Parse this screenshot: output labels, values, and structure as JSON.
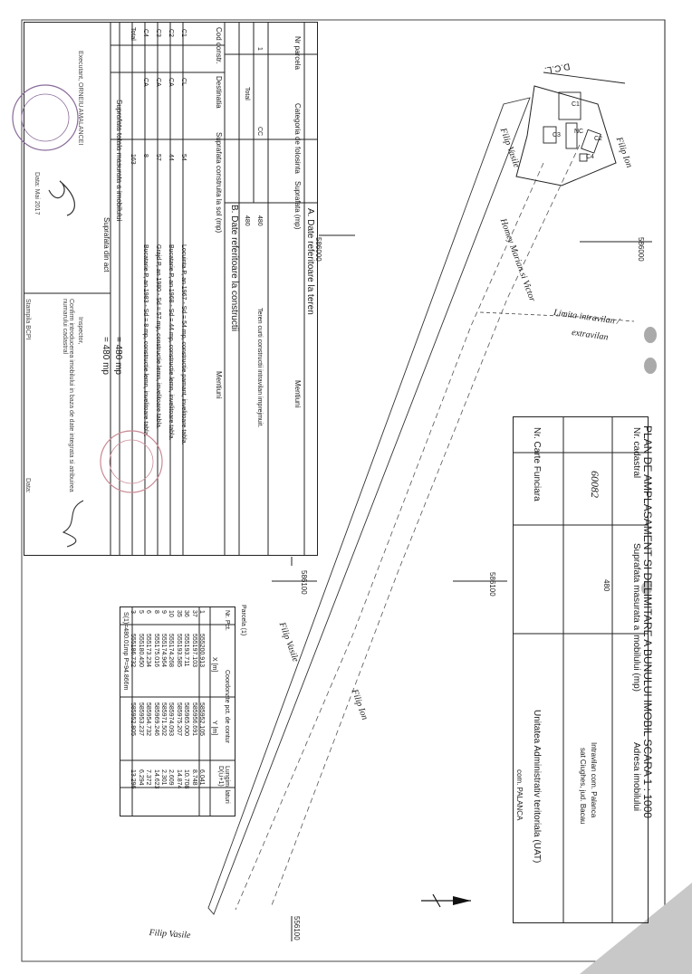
{
  "plan": {
    "title": "PLAN DE AMPLASAMENT SI DELIMITARE A BUNULUI IMOBIL SCARA 1 : 1000",
    "header": {
      "nr_cadastral_label": "Nr. cadastral",
      "nr_cadastral_value": "60082",
      "suprafata_label": "Suprafata masurata a imobilului (mp)",
      "suprafata_value": "480",
      "adresa_label": "Adresa imobilului",
      "adresa_value_1": "Intravilan com. Palanca",
      "adresa_value_2": "sat Ciughes, jud. Bacau",
      "carte_funciara_label": "Nr. Carte Funciara",
      "uat_label": "Unitatea Administrativ teritoriala (UAT)",
      "uat_value": "com. PALANCA"
    },
    "coords": {
      "c586000": "586000",
      "c586100": "586100",
      "c556100": "556100"
    },
    "map_labels": {
      "filip_ion": "Filip Ion",
      "filip_vasile": "Filip Vasile",
      "homey": "Homey Marian si Victor",
      "limita": "Limita intravilan /",
      "extravilan": "extravilan",
      "dcl": "D.C.L."
    },
    "buildings": [
      "C1",
      "C2",
      "C3",
      "C4",
      "NC"
    ]
  },
  "teren": {
    "section_title": "A. Date referitoare la teren",
    "headers": [
      "Nr parcela",
      "Categoria de folosinta",
      "Suprafata (mp)",
      "Mentiuni"
    ],
    "rows": [
      {
        "nr": "1",
        "categ": "CC",
        "supr": "480",
        "ment": "Teren curti constructii intravilan imprejmuit."
      }
    ],
    "total_label": "Total",
    "total_value": "480"
  },
  "constructii": {
    "section_title": "B. Date referitoare la constructii",
    "headers": [
      "Cod constr.",
      "Destinatia",
      "Suprafata construita la sol (mp)",
      "Mentiuni"
    ],
    "rows": [
      {
        "cod": "C1",
        "dest": "CL",
        "supr": "54",
        "ment": "Locuinta P, an 1967 - Sd = 54 mp, constructie pamant, invelitoare tabla."
      },
      {
        "cod": "C2",
        "dest": "CA",
        "supr": "44",
        "ment": "Bucatarie P, an 1968 - Sd = 44 mp, constructie lemn, invelitoare tabla."
      },
      {
        "cod": "C3",
        "dest": "CA",
        "supr": "57",
        "ment": "Grajd P, an 1980 - Sd = 57 mp, constructie lemn, invelitoare tabla."
      },
      {
        "cod": "C4",
        "dest": "CA",
        "supr": "8",
        "ment": "Bucatarie P, an 1983 - Sd = 8 mp, constructie lemn, invelitoare tabla."
      }
    ],
    "total_label": "Total",
    "total_value": "163"
  },
  "summary": {
    "supr_masurata_label": "Suprafata totala masurata a imobilului",
    "supr_masurata_value": "= 480 mp",
    "supr_act_label": "Suprafata din act",
    "supr_act_value": "= 480 mp"
  },
  "coord_table": {
    "parcela_label": "Parcela (1)",
    "headers": [
      "Nr. Pct.",
      "X [m]",
      "Y [m]",
      "Lungimi laturi D(i,i+1)"
    ],
    "group_header": "Coordonate pct. de contur",
    "rows": [
      {
        "pct": "1",
        "x": "555200.913",
        "y": "585952.105",
        "d": "6.041"
      },
      {
        "pct": "37",
        "x": "555197.103",
        "y": "585956.691",
        "d": "8.748"
      },
      {
        "pct": "36",
        "x": "555193.711",
        "y": "585965.000",
        "d": "10.708"
      },
      {
        "pct": "35",
        "x": "555193.585",
        "y": "585975.207",
        "d": "14.874"
      },
      {
        "pct": "10",
        "x": "555174.268",
        "y": "585974.093",
        "d": "2.609"
      },
      {
        "pct": "9",
        "x": "555174.964",
        "y": "585971.502",
        "d": "2.301"
      },
      {
        "pct": "8",
        "x": "555175.016",
        "y": "585969.246",
        "d": "14.623"
      },
      {
        "pct": "6",
        "x": "555173.234",
        "y": "585954.732",
        "d": "7.372"
      },
      {
        "pct": "5",
        "x": "555180.450",
        "y": "585953.237",
        "d": "6.294"
      },
      {
        "pct": "3",
        "x": "555186.732",
        "y": "585952.805",
        "d": "13.296"
      }
    ],
    "footer": "S(1)=480.01mp P=94.866m"
  },
  "stamps": {
    "left_sig": "Executant, ORNEIU AMALANCEI",
    "left_date": "Data: Mai 2017",
    "middle_title": "Inspector,",
    "middle_text": "Confirm introducerea imobilului in baza de date integrata si atribuirea numarului cadastral",
    "middle_sig": "Stampila BCPI",
    "middle_date": "Data:"
  }
}
